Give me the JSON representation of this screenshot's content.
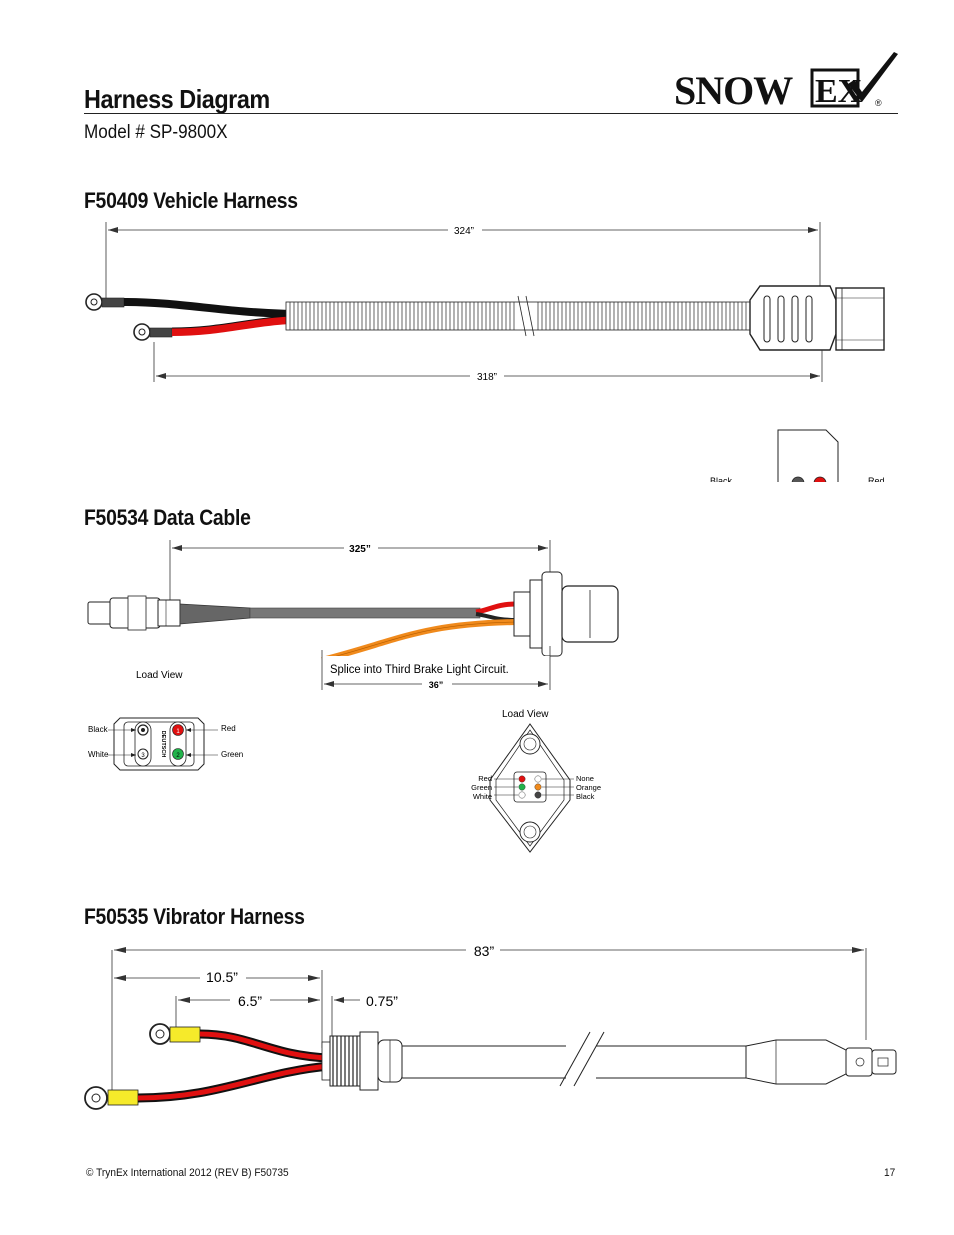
{
  "header": {
    "title": "Harness Diagram",
    "model": "Model # SP-9800X",
    "logo_text_1": "SNOW",
    "logo_text_2": "EX",
    "logo_reg": "®"
  },
  "vehicle_harness": {
    "title": "F50409 Vehicle Harness",
    "dim_top": "324”",
    "dim_bottom": "318”",
    "pin_label_left": "Black",
    "pin_label_right": "Red"
  },
  "data_cable": {
    "title": "F50534  Data Cable",
    "dim_top": "325”",
    "dim_bottom": "36”",
    "splice_note": "Splice into Third Brake Light Circuit.",
    "load_view_left": "Load View",
    "load_view_right": "Load View",
    "left_labels": [
      "Black",
      "White",
      "Red",
      "Green"
    ],
    "deutsch_label": "DEUTSCH",
    "pin_numbers": [
      "4",
      "1",
      "3",
      "2"
    ],
    "right_labels_left": [
      "Red",
      "Green",
      "White"
    ],
    "right_labels_right": [
      "None",
      "Orange",
      "Black"
    ]
  },
  "vibrator_harness": {
    "title": "F50535  Vibrator Harness",
    "dim_total": "83”",
    "dim_a": "10.5”",
    "dim_b": "6.5”",
    "dim_c": "0.75”"
  },
  "footer": {
    "copyright": "© TrynEx International 2012  (REV B) F50735",
    "page": "17"
  }
}
